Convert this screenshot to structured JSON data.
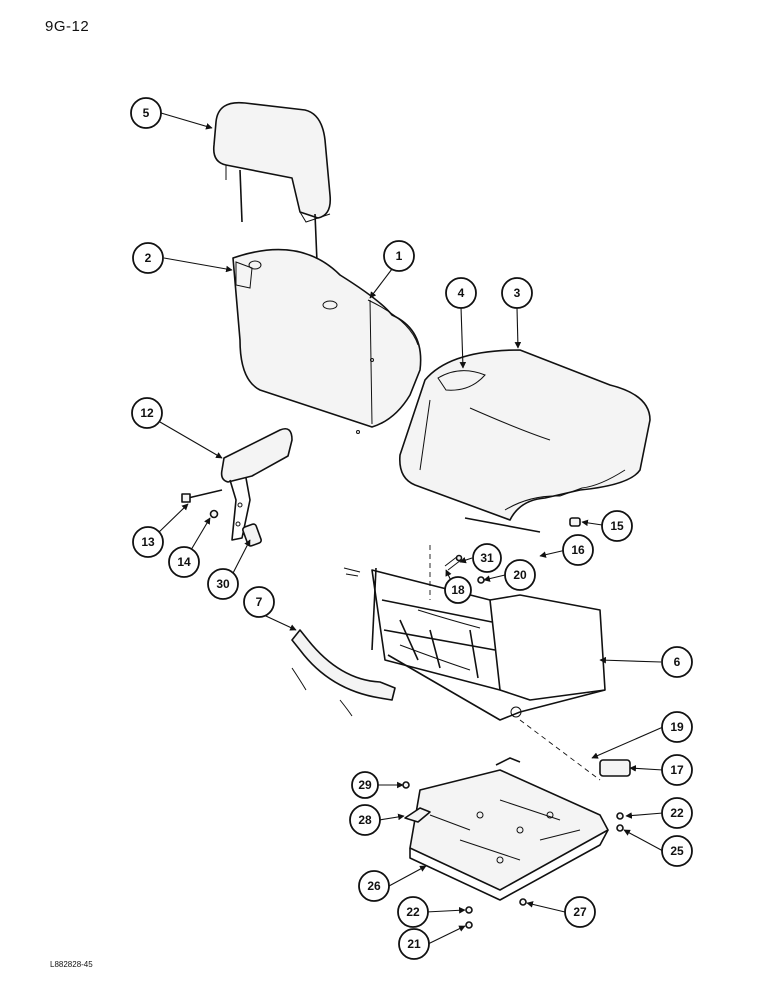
{
  "page_code": "9G-12",
  "drawing_id": "L882828-45",
  "callouts": [
    "1",
    "2",
    "3",
    "4",
    "5",
    "6",
    "7",
    "12",
    "13",
    "14",
    "15",
    "16",
    "17",
    "18",
    "19",
    "20",
    "21",
    "22",
    "22",
    "25",
    "26",
    "27",
    "28",
    "29",
    "30",
    "31"
  ]
}
